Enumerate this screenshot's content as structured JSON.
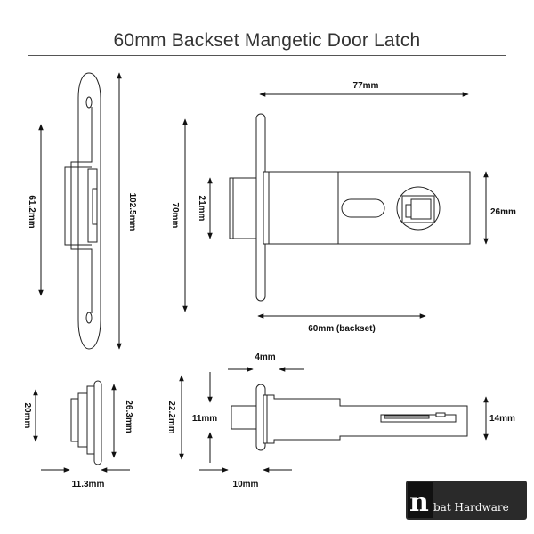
{
  "title": "60mm Backset Mangetic Door Latch",
  "dimensions": {
    "plate_outer_height": "102.5mm",
    "plate_inner_height": "61.2mm",
    "body_height": "70mm",
    "bolt_height": "21mm",
    "overall_length": "77mm",
    "case_height": "26mm",
    "backset": "60mm (backset)",
    "front_offset": "4mm",
    "side_plate_height": "22.2mm",
    "bolt_thickness": "11mm",
    "case_thickness": "14mm",
    "bolt_projection": "10mm",
    "cup_height": "20mm",
    "cup_plate_height": "26.3mm",
    "cup_depth": "11.3mm"
  },
  "logo": {
    "letter": "n",
    "text": "bat Hardware"
  }
}
